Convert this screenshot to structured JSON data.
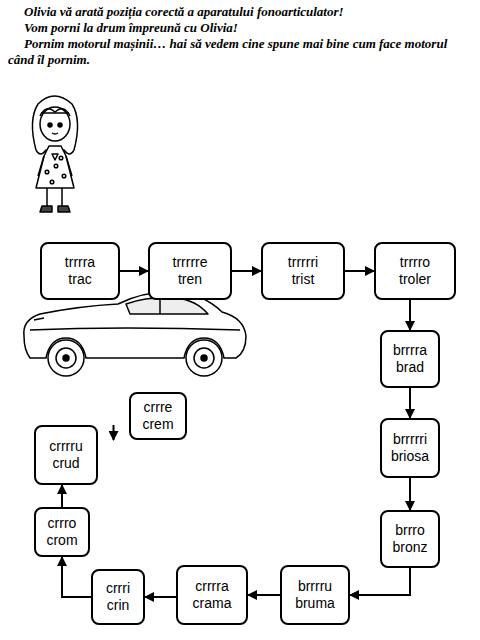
{
  "diagram": {
    "nodes": [
      {
        "text": [
          "trrrra",
          "trac"
        ]
      },
      {
        "text": [
          "trrrrre",
          "tren"
        ]
      },
      {
        "text": [
          "trrrrri",
          "trist"
        ]
      },
      {
        "text": [
          "trrrro",
          "troler"
        ]
      },
      {
        "text": [
          "brrrra",
          "brad"
        ]
      },
      {
        "text": [
          "brrrrri",
          "briosa"
        ]
      },
      {
        "text": [
          "brrro",
          "bronz"
        ]
      },
      {
        "text": [
          "brrrru",
          "bruma"
        ]
      },
      {
        "text": [
          "crrrra",
          "crama"
        ]
      },
      {
        "text": [
          "crrri",
          "crin"
        ]
      },
      {
        "text": [
          "crrro",
          "crom"
        ]
      },
      {
        "text": [
          "crrrru",
          "crud"
        ]
      },
      {
        "text": [
          "crrre",
          "crem"
        ]
      }
    ],
    "edges": [
      {
        "from": 0,
        "to": 1,
        "arrow": "to"
      },
      {
        "from": 1,
        "to": 2,
        "arrow": "to"
      },
      {
        "from": 2,
        "to": 3,
        "arrow": "to"
      },
      {
        "from": 3,
        "to": 4,
        "arrow": "to"
      },
      {
        "from": 4,
        "to": 5,
        "arrow": "to"
      },
      {
        "from": 5,
        "to": 6,
        "arrow": "to"
      },
      {
        "from": 6,
        "to": 7,
        "arrow": "to"
      },
      {
        "from": 7,
        "to": 8,
        "arrow": "to"
      },
      {
        "from": 8,
        "to": 9,
        "arrow": "to"
      },
      {
        "from": 9,
        "to": 10,
        "arrow": "to"
      },
      {
        "from": 10,
        "to": 11,
        "arrow": "to"
      },
      {
        "from": 11,
        "to": 12,
        "arrow": "to"
      }
    ],
    "labels": [
      "Olivia vă arată poziția corectă a aparatului fonoarticulator!",
      "Vom porni la drum împreună cu Olivia!",
      "Pornim motorul mașinii… hai să vedem cine spune mai bine cum face motorul când îl pornim."
    ]
  }
}
